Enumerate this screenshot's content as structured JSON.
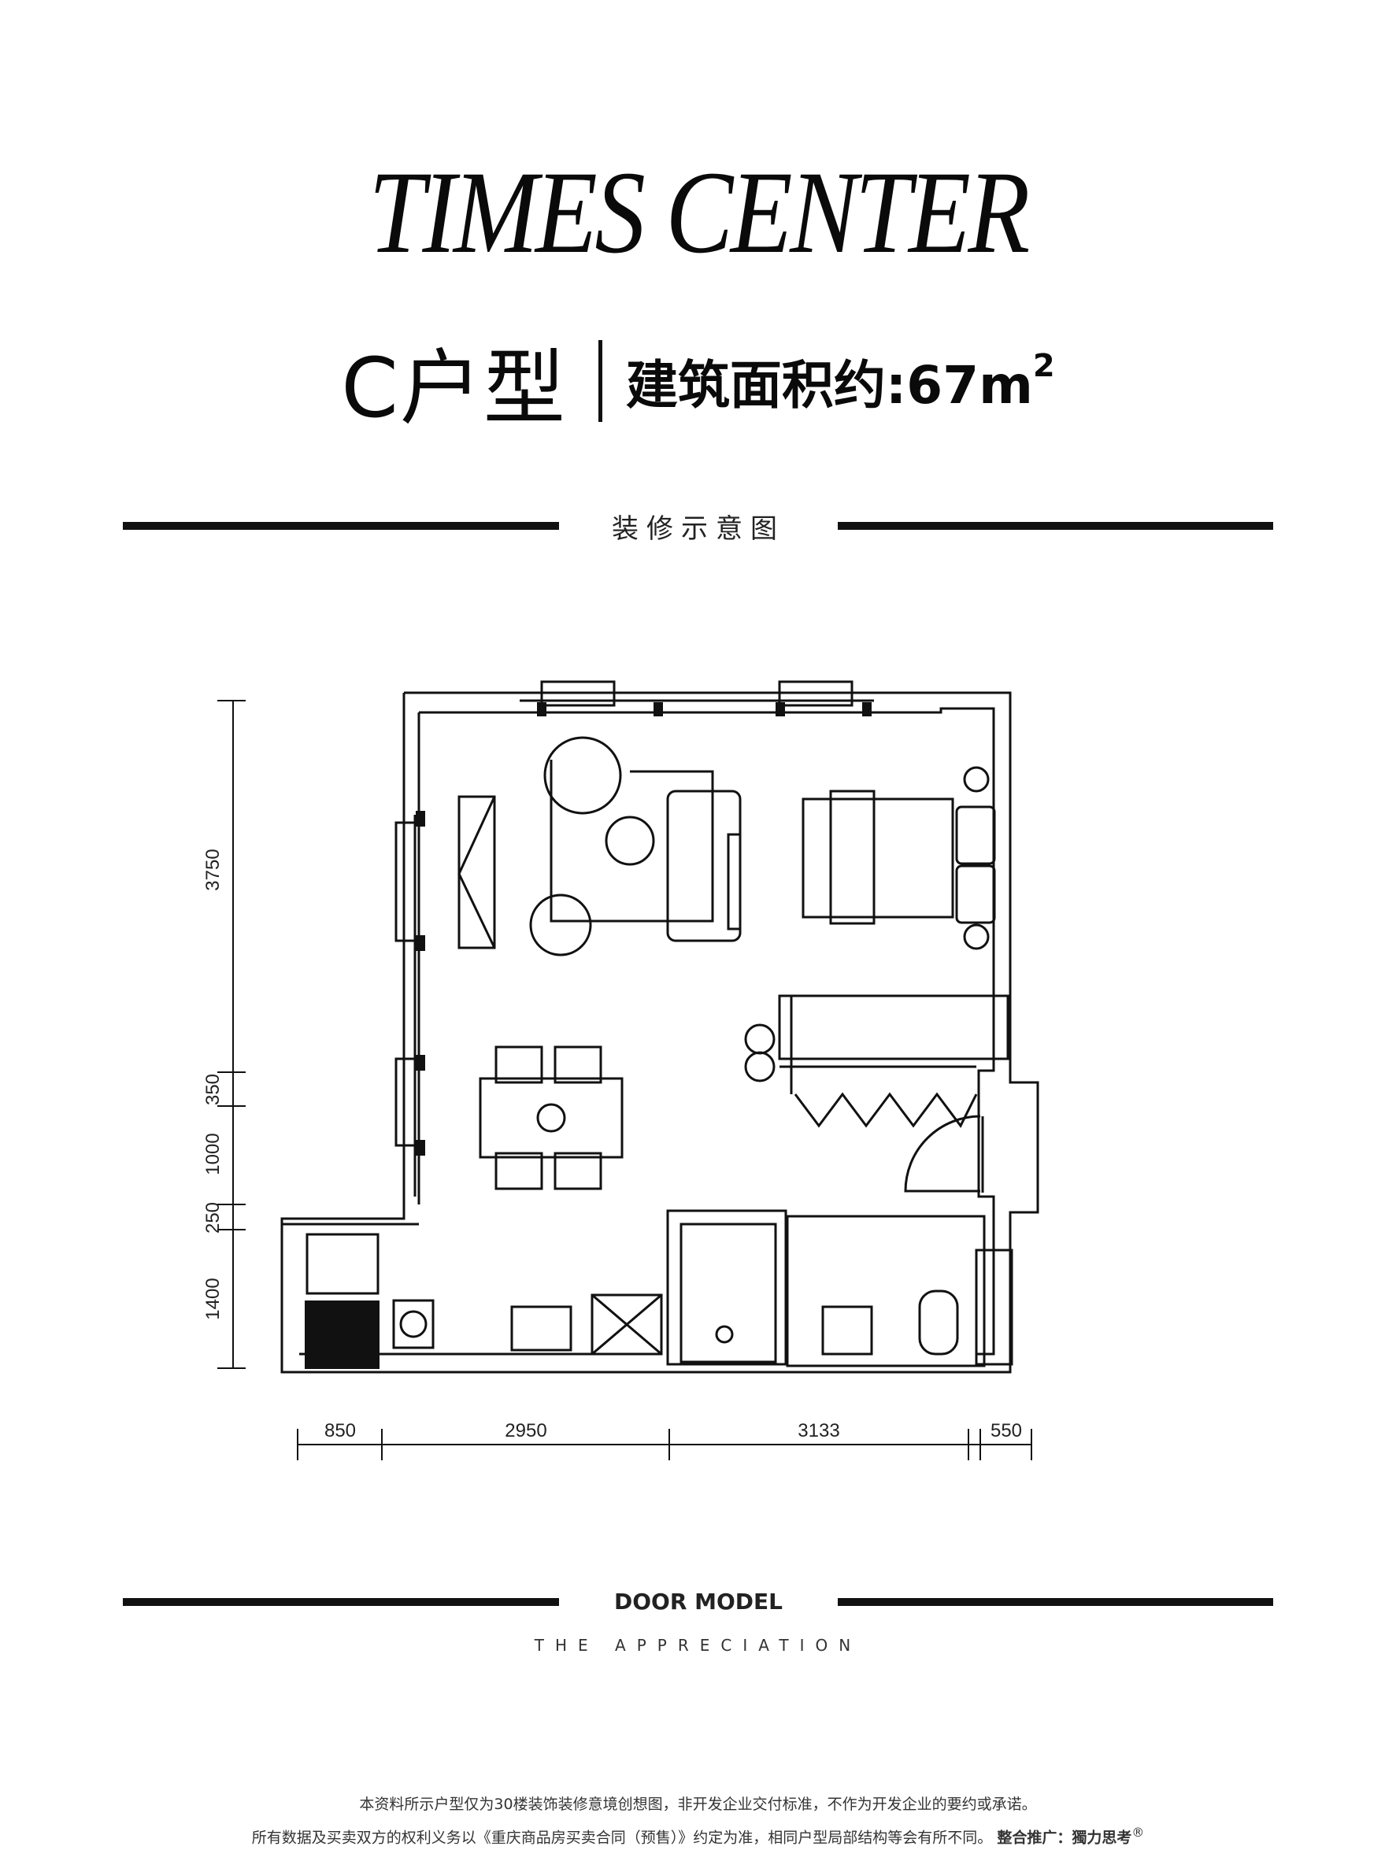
{
  "header": {
    "title": "TIMES CENTER",
    "unit_type": "C户型",
    "area_label": "建筑面积约:67m",
    "area_superscript": "2"
  },
  "sections": {
    "decoration_label": "装修示意图",
    "door_model": "DOOR MODEL",
    "appreciation": "THE APPRECIATION"
  },
  "dimensions": {
    "vertical": [
      "3750",
      "350",
      "1000",
      "250",
      "1400"
    ],
    "horizontal": [
      "850",
      "2950",
      "3133",
      "550"
    ]
  },
  "disclaimer": {
    "line1": "本资料所示户型仅为30楼装饰装修意境创想图，非开发企业交付标准，不作为开发企业的要约或承诺。",
    "line2": "所有数据及买卖双方的权利义务以《重庆商品房买卖合同（预售）》约定为准，相同户型局部结构等会有所不同。",
    "promo": "整合推广：獨力思考",
    "registered_mark": "®"
  }
}
